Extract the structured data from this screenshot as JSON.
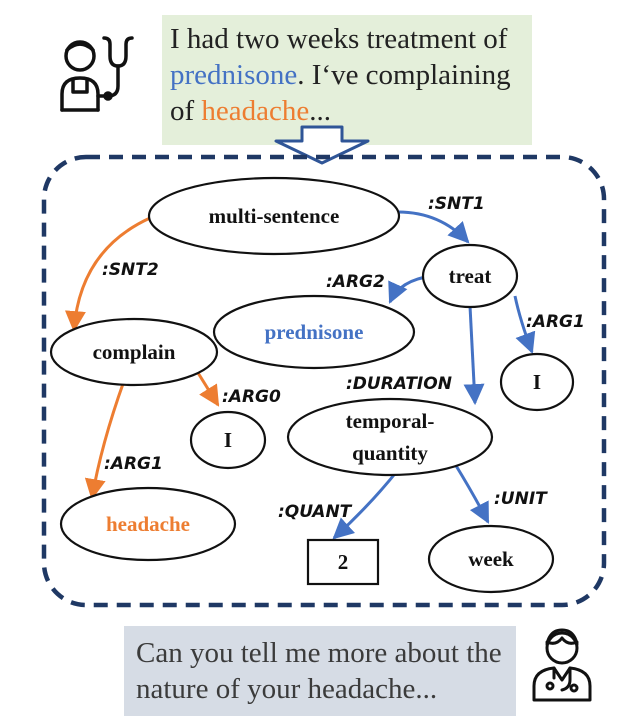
{
  "patient_utterance": {
    "segments": [
      {
        "text": "I had two weeks ",
        "color": "dark"
      },
      {
        "text": "treatment",
        "color": "dark"
      },
      {
        "text": " of ",
        "color": "dark"
      },
      {
        "text": "prednisone",
        "color": "blue"
      },
      {
        "text": ". I‘ve complaining of ",
        "color": "dark"
      },
      {
        "text": "headache",
        "color": "orange"
      },
      {
        "text": "...",
        "color": "dark"
      }
    ]
  },
  "doctor_reply": {
    "text": "Can you tell me more about the nature of your headache..."
  },
  "graph": {
    "nodes": {
      "multi_sentence": "multi-sentence",
      "treat": "treat",
      "prednisone": "prednisone",
      "complain": "complain",
      "i_treat": "I",
      "i_complain": "I",
      "temporal_quantity_1": "temporal-",
      "temporal_quantity_2": "quantity",
      "headache": "headache",
      "quant_value": "2",
      "week": "week"
    },
    "edges": {
      "snt1": ":SNT1",
      "snt2": ":SNT2",
      "arg2": ":ARG2",
      "arg1_treat": ":ARG1",
      "arg0": ":ARG0",
      "arg1_complain": ":ARG1",
      "duration": ":DURATION",
      "quant": ":QUANT",
      "unit": ":UNIT"
    }
  },
  "colors": {
    "blue": "#4472c4",
    "orange": "#ed7d31",
    "frame": "#1f3864",
    "top_bubble": "#e4efda",
    "bottom_bubble": "#d6dce5"
  },
  "icons": {
    "patient": "patient-stethoscope-icon",
    "doctor": "doctor-icon",
    "down_arrow": "down-arrow-icon"
  }
}
